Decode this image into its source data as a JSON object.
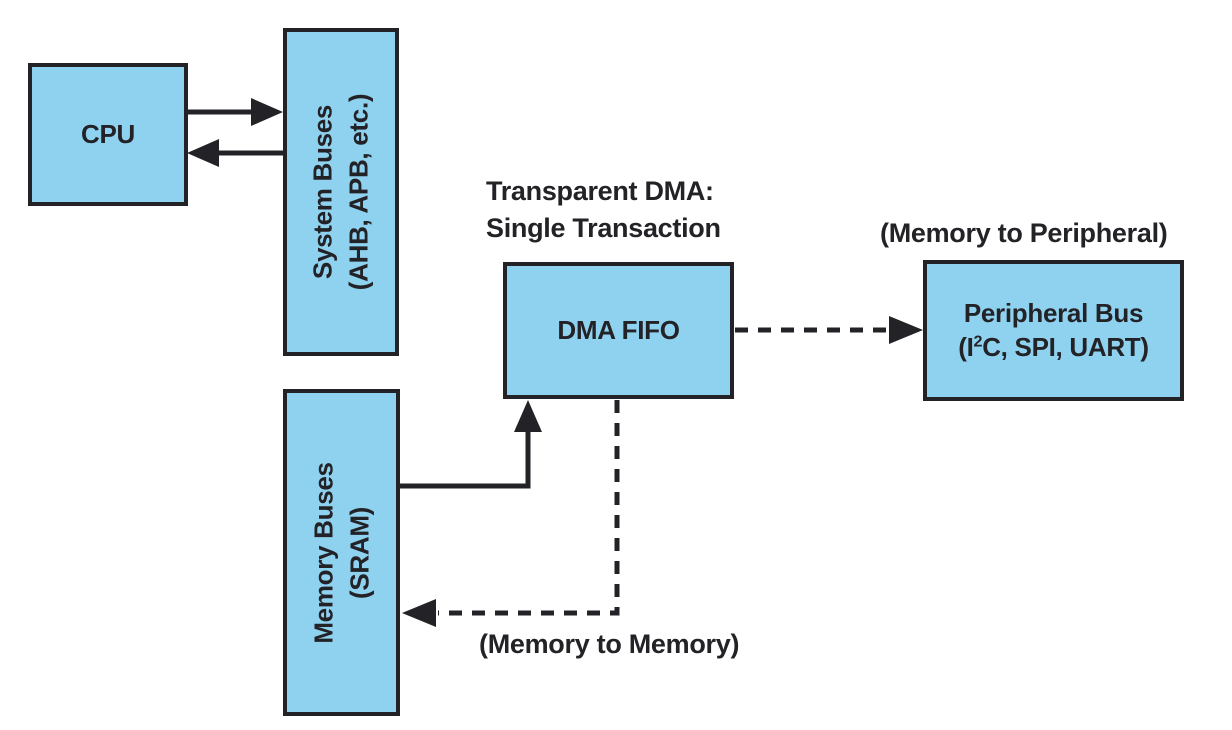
{
  "diagram": {
    "colors": {
      "box_fill": "#8FD2F0",
      "box_border": "#232227",
      "line": "#232227",
      "background": "#FFFFFF"
    },
    "nodes": {
      "cpu": {
        "label": "CPU"
      },
      "system_buses": {
        "line1": "System Buses",
        "line2": "(AHB, APB, etc.)"
      },
      "memory_buses": {
        "line1": "Memory Buses",
        "line2": "(SRAM)"
      },
      "dma_fifo": {
        "label": "DMA FIFO"
      },
      "peripheral_bus": {
        "line1": "Peripheral Bus",
        "line2_pre": "(I",
        "line2_sup": "2",
        "line2_post": "C, SPI, UART)"
      }
    },
    "captions": {
      "transparent_dma_line1": "Transparent DMA:",
      "transparent_dma_line2": "Single Transaction",
      "memory_to_peripheral": "(Memory to Peripheral)",
      "memory_to_memory": "(Memory to Memory)"
    },
    "edges": [
      {
        "from": "CPU",
        "to": "System Buses",
        "style": "solid"
      },
      {
        "from": "System Buses",
        "to": "CPU",
        "style": "solid"
      },
      {
        "from": "Memory Buses",
        "to": "DMA FIFO",
        "style": "solid"
      },
      {
        "from": "DMA FIFO",
        "to": "Peripheral Bus",
        "style": "dashed",
        "label": "(Memory to Peripheral)"
      },
      {
        "from": "DMA FIFO",
        "to": "Memory Buses",
        "style": "dashed",
        "label": "(Memory to Memory)"
      }
    ]
  }
}
